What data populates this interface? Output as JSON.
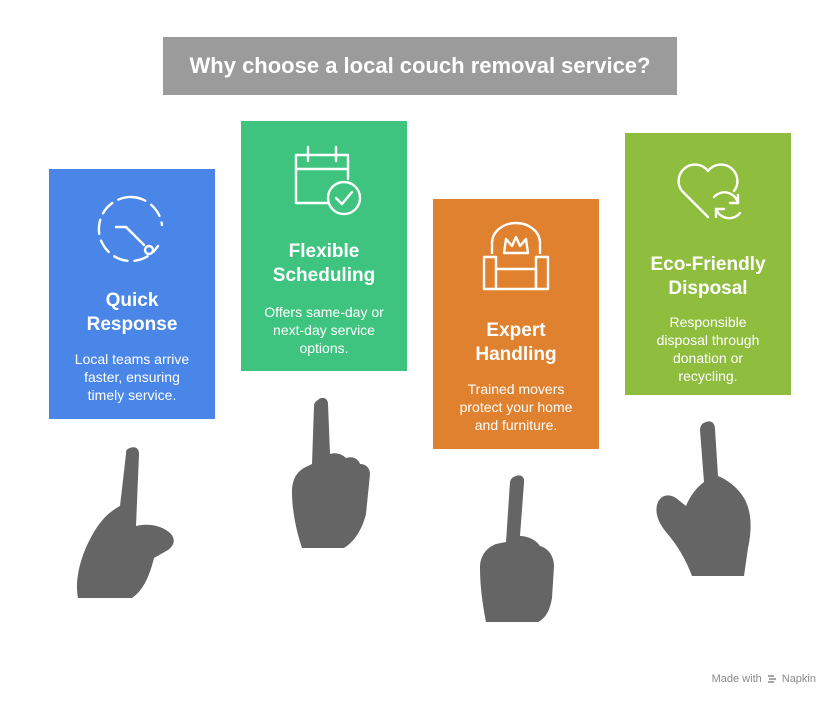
{
  "title": "Why choose a local couch removal service?",
  "cards": [
    {
      "title_line1": "Quick",
      "title_line2": "Response",
      "text_line1": "Local teams arrive",
      "text_line2": "faster, ensuring",
      "text_line3": "timely service.",
      "icon": "stopwatch-icon",
      "color": "#4a86e8"
    },
    {
      "title_line1": "Flexible",
      "title_line2": "Scheduling",
      "text_line1": "Offers same-day or",
      "text_line2": "next-day service",
      "text_line3": "options.",
      "icon": "calendar-check-icon",
      "color": "#3ec47f"
    },
    {
      "title_line1": "Expert",
      "title_line2": "Handling",
      "text_line1": "Trained movers",
      "text_line2": "protect your home",
      "text_line3": "and furniture.",
      "icon": "armchair-crown-icon",
      "color": "#e0812f"
    },
    {
      "title_line1": "Eco-Friendly",
      "title_line2": "Disposal",
      "text_line1": "Responsible",
      "text_line2": "disposal through",
      "text_line3": "donation or",
      "text_line4": "recycling.",
      "icon": "heart-recycle-icon",
      "color": "#8fbd3e"
    }
  ],
  "footer": {
    "made_with": "Made with",
    "brand": "Napkin"
  }
}
